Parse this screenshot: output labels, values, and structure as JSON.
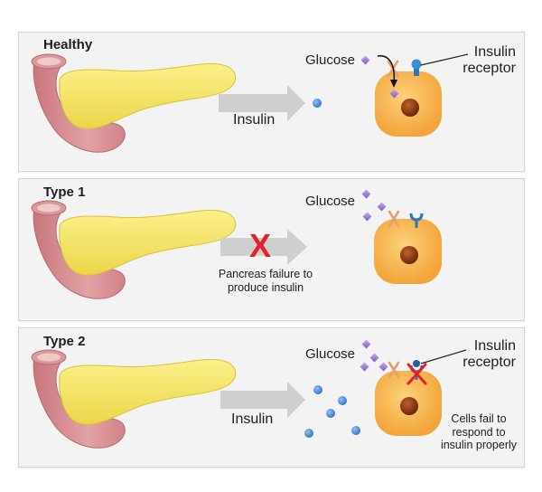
{
  "panels": [
    {
      "title": "Healthy",
      "glucose_label": "Glucose",
      "insulin_label": "Insulin",
      "receptor_label_line1": "Insulin",
      "receptor_label_line2": "receptor"
    },
    {
      "title": "Type 1",
      "glucose_label": "Glucose",
      "failure_line1": "Pancreas failure to",
      "failure_line2": "produce insulin",
      "failure_mark": "X"
    },
    {
      "title": "Type 2",
      "glucose_label": "Glucose",
      "insulin_label": "Insulin",
      "receptor_label_line1": "Insulin",
      "receptor_label_line2": "receptor",
      "note_line1": "Cells fail to",
      "note_line2": "respond to",
      "note_line3": "insulin properly"
    }
  ],
  "colors": {
    "pancreas": "#f4e46a",
    "duodenum": "#d98f93",
    "cell": "#f8b94b",
    "nucleus": "#8a3412",
    "insulin": "#3f86dd",
    "glucose": "#9a77d8",
    "receptor": "#2b78b8",
    "transporter": "#e2a070",
    "arrow": "#cfcfcf",
    "failure": "#e4202a"
  }
}
